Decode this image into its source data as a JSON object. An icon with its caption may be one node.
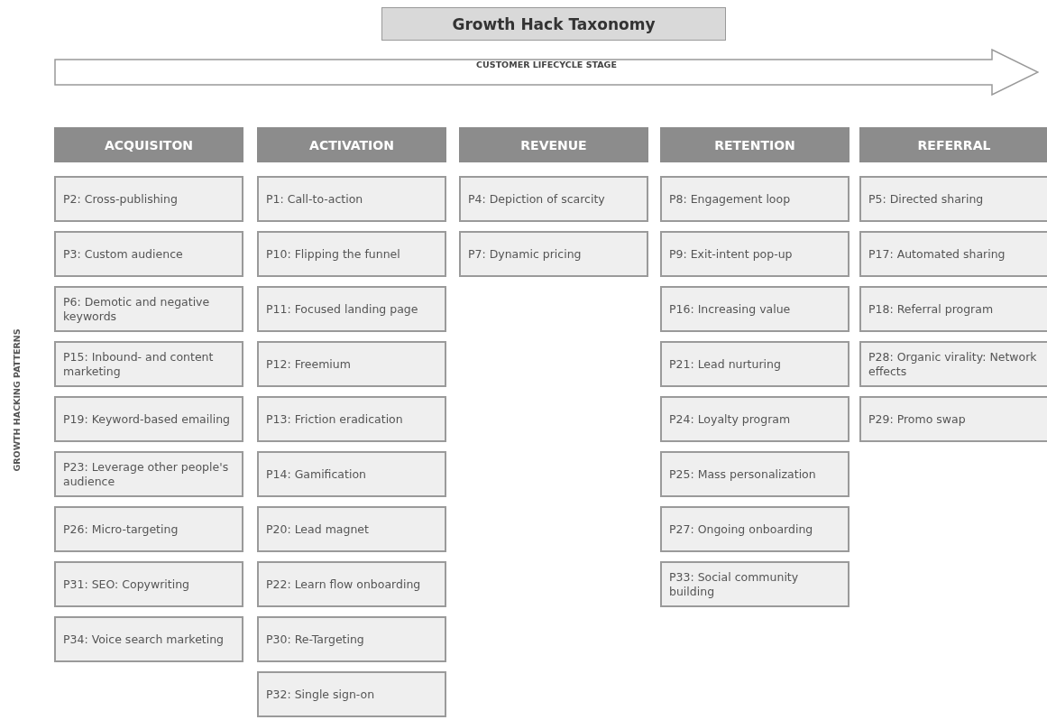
{
  "diagram": {
    "title": "Growth Hack Taxonomy",
    "nodes": [
      {
        "text": [
          "CUSTOMER LIFECYCLE STAGE"
        ]
      },
      {
        "text": [
          "ACQUISITON"
        ]
      },
      {
        "text": [
          "P2: Cross-publishing"
        ]
      },
      {
        "text": [
          "P3: Custom audience"
        ]
      },
      {
        "text": [
          "P6: Demotic and negative keywords"
        ]
      },
      {
        "text": [
          "P15: Inbound- and content marketing"
        ]
      },
      {
        "text": [
          "P19: Keyword-based emailing"
        ]
      },
      {
        "text": [
          "P23: Leverage other people's audience"
        ]
      },
      {
        "text": [
          "P26: Micro-targeting"
        ]
      },
      {
        "text": [
          "P31: SEO: Copywriting"
        ]
      },
      {
        "text": [
          "P34: Voice search marketing"
        ]
      },
      {
        "text": [
          "ACTIVATION"
        ]
      },
      {
        "text": [
          "P1: Call-to-action"
        ]
      },
      {
        "text": [
          "P10: Flipping the funnel"
        ]
      },
      {
        "text": [
          "P11: Focused landing page"
        ]
      },
      {
        "text": [
          "P12: Freemium"
        ]
      },
      {
        "text": [
          "P13: Friction eradication"
        ]
      },
      {
        "text": [
          "P14: Gamification"
        ]
      },
      {
        "text": [
          "P20: Lead magnet"
        ]
      },
      {
        "text": [
          "P22: Learn flow onboarding"
        ]
      },
      {
        "text": [
          "P30: Re-Targeting"
        ]
      },
      {
        "text": [
          "P32: Single sign-on"
        ]
      },
      {
        "text": [
          "REVENUE"
        ]
      },
      {
        "text": [
          "P4: Depiction of scarcity"
        ]
      },
      {
        "text": [
          "P7: Dynamic pricing"
        ]
      },
      {
        "text": [
          "RETENTION"
        ]
      },
      {
        "text": [
          "P8: Engagement loop"
        ]
      },
      {
        "text": [
          "P9: Exit-intent pop-up"
        ]
      },
      {
        "text": [
          "P16: Increasing value"
        ]
      },
      {
        "text": [
          "P21: Lead nurturing"
        ]
      },
      {
        "text": [
          "P24: Loyalty program"
        ]
      },
      {
        "text": [
          "P25: Mass personalization"
        ]
      },
      {
        "text": [
          "P27: Ongoing onboarding"
        ]
      },
      {
        "text": [
          "P33: Social community building"
        ]
      },
      {
        "text": [
          "REFERRAL"
        ]
      },
      {
        "text": [
          "P5: Directed sharing"
        ]
      },
      {
        "text": [
          "P17: Automated sharing"
        ]
      },
      {
        "text": [
          "P18: Referral program"
        ]
      },
      {
        "text": [
          "P28: Organic virality: Network effects"
        ]
      },
      {
        "text": [
          "P29: Promo swap"
        ]
      }
    ],
    "edges": [],
    "labels": [
      "GROWTH HACKING PATTERNS"
    ]
  }
}
